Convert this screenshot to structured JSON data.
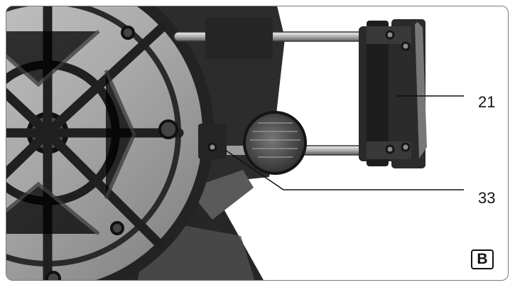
{
  "callouts": {
    "part_21": "21",
    "part_33": "33"
  },
  "view": {
    "label": "B"
  },
  "colors": {
    "frame": "#7b7b7b",
    "background": "#ffffff",
    "machine_dark": "#252525",
    "machine_mid": "#5f5f5f",
    "machine_light": "#bdbdbd",
    "line": "#111111"
  },
  "subject": {
    "left_part": "circular-blade-guard",
    "right_part": "sliding-rail-assembly"
  }
}
